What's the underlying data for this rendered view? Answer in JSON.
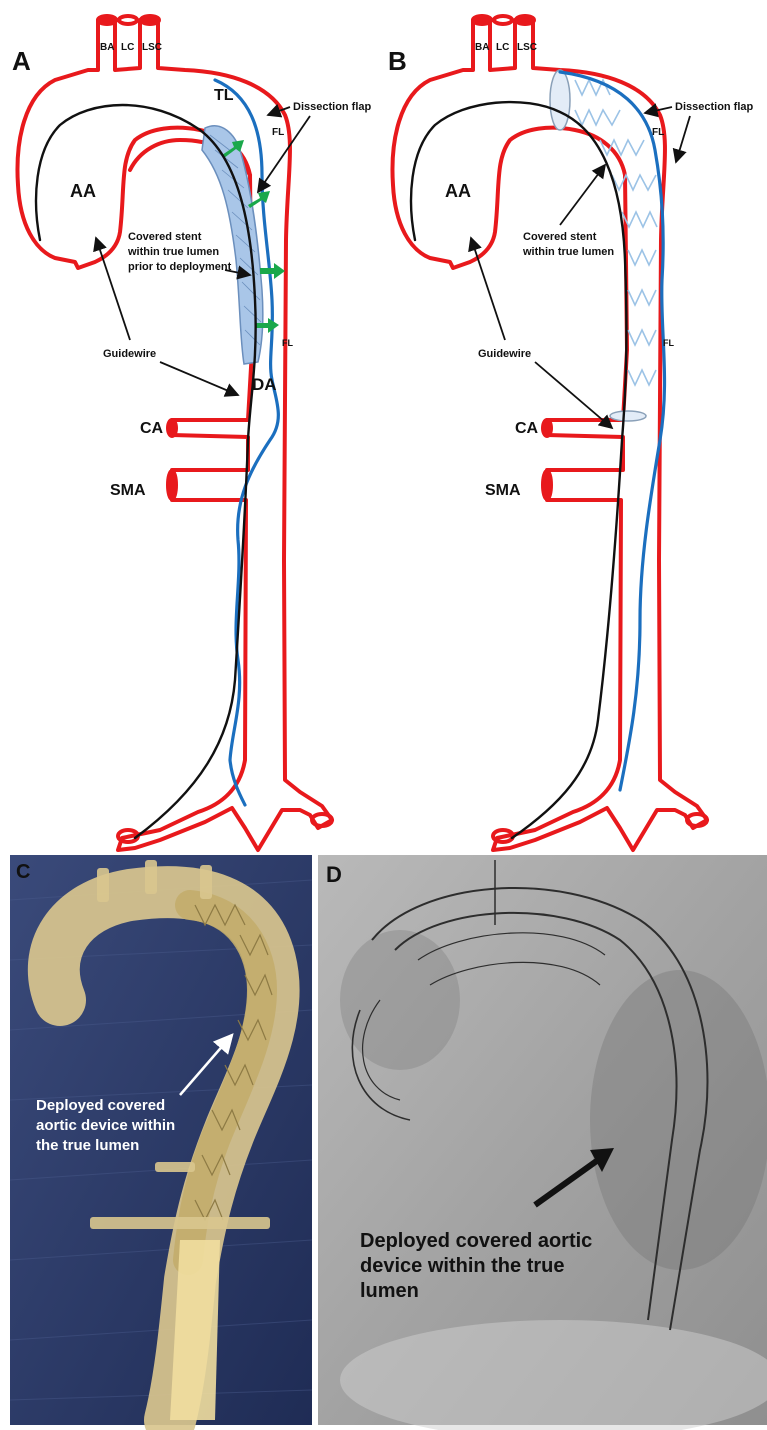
{
  "panel_a": {
    "letter": "A",
    "labels": {
      "ba": "BA",
      "lc": "LC",
      "lsc": "LSC",
      "tl": "TL",
      "fl_upper": "FL",
      "fl_lower": "FL",
      "aa": "AA",
      "da": "DA",
      "ca": "CA",
      "sma": "SMA",
      "dissection_flap": "Dissection flap",
      "guidewire": "Guidewire",
      "stent_line1": "Covered stent",
      "stent_line2": "within true lumen",
      "stent_line3": "prior to deployment"
    },
    "colors": {
      "vessel": "#e8191c",
      "flap": "#1b6fbf",
      "stent": "#a9c6e8",
      "arrow": "#1aa84b"
    }
  },
  "panel_b": {
    "letter": "B",
    "labels": {
      "ba": "BA",
      "lc": "LC",
      "lsc": "LSC",
      "fl_upper": "FL",
      "fl_lower": "FL",
      "aa": "AA",
      "ca": "CA",
      "sma": "SMA",
      "dissection_flap": "Dissection flap",
      "guidewire": "Guidewire",
      "stent_line1": "Covered stent",
      "stent_line2": "within true lumen"
    }
  },
  "panel_c": {
    "letter": "C",
    "caption_line1": "Deployed covered",
    "caption_line2": "aortic device within",
    "caption_line3": "the true lumen",
    "colors": {
      "background": "#2b3a66",
      "model": "#d9c68e"
    }
  },
  "panel_d": {
    "letter": "D",
    "caption_line1": "Deployed covered aortic",
    "caption_line2": "device within the true",
    "caption_line3": "lumen"
  }
}
